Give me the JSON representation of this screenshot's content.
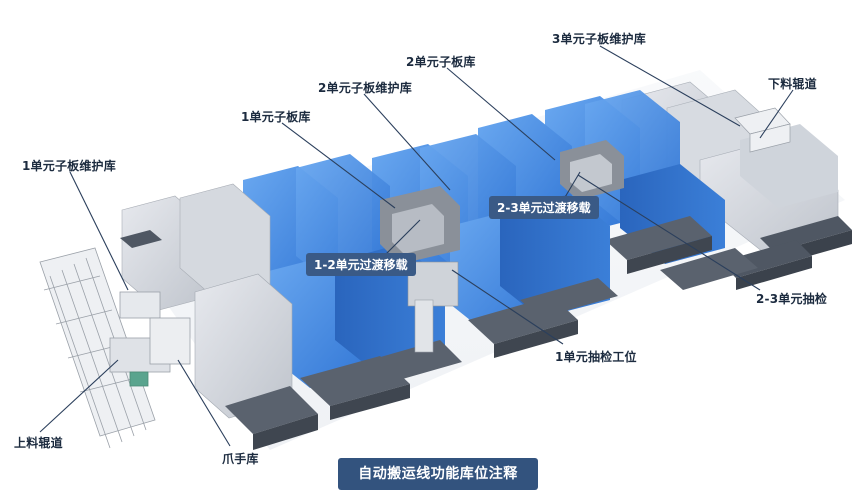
{
  "labels": {
    "maint3": "3单元子板维护库",
    "unload": "下料辊道",
    "lib2": "2单元子板库",
    "maint2": "2单元子板维护库",
    "lib1": "1单元子板库",
    "maint1": "1单元子板维护库",
    "transfer23": "2-3单元过渡移载",
    "transfer12": "1-2单元过渡移载",
    "inspect23": "2-3单元抽检",
    "inspect1": "1单元抽检工位",
    "load": "上料辊道",
    "gripper": "爪手库"
  },
  "caption": "自动搬运线功能库位注释",
  "colors": {
    "module_blue": "#3f86e0",
    "module_grey": "#d3d7de",
    "base_dark": "#4f5763",
    "caption_bg": "#33537e",
    "leader_line": "#2b3f5c"
  }
}
